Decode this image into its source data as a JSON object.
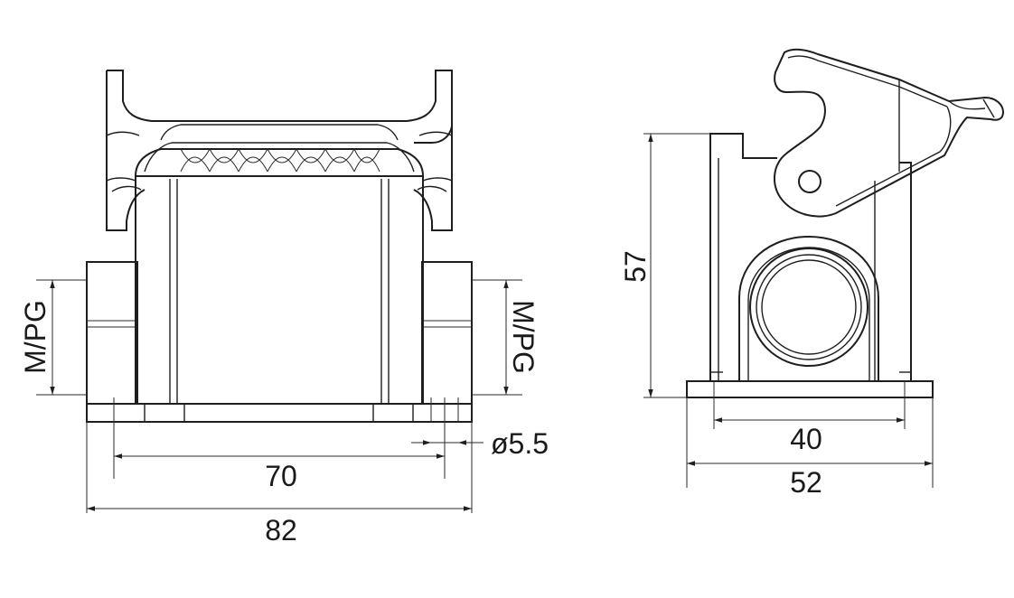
{
  "labels": {
    "thread_left": "M/PG",
    "thread_right": "M/PG",
    "hole_diameter": "ø5.5",
    "width_inner": "70",
    "width_outer": "82",
    "height": "57",
    "side_mount_inner": "40",
    "side_mount_outer": "52"
  }
}
